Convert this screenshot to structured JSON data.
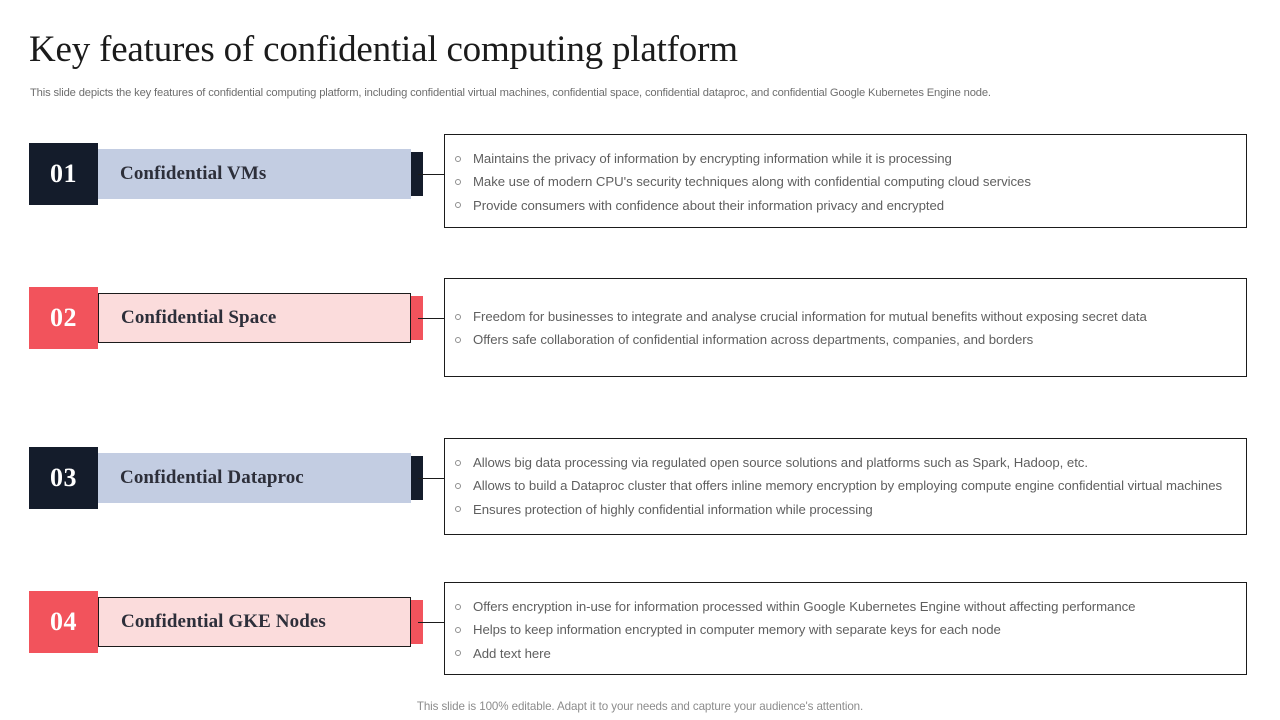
{
  "header": {
    "title": "Key features of confidential computing platform",
    "subtitle": "This slide depicts the key features of confidential computing platform, including confidential virtual machines, confidential space, confidential dataproc, and confidential Google Kubernetes Engine node."
  },
  "colors": {
    "navy": "#141c2b",
    "light_blue": "#c3cde2",
    "red": "#f2535c",
    "light_pink": "#fbdcdc",
    "outline": "#1b1b1b",
    "body_text": "#5f5f5f",
    "title_text": "#1b1b1b",
    "muted_text": "#8c8c8c"
  },
  "rows": [
    {
      "number": "01",
      "label": "Confidential VMs",
      "theme": "navy",
      "bullets": [
        "Maintains the privacy of information by encrypting information while it is processing",
        "Make use of modern CPU's security techniques along with confidential computing cloud services",
        "Provide consumers with confidence about their information privacy and encrypted"
      ]
    },
    {
      "number": "02",
      "label": "Confidential Space",
      "theme": "red",
      "bullets": [
        "Freedom for businesses to integrate and analyse crucial information for mutual benefits without exposing secret data",
        "Offers safe collaboration of confidential information across departments, companies, and borders"
      ]
    },
    {
      "number": "03",
      "label": "Confidential Dataproc",
      "theme": "navy",
      "bullets": [
        "Allows big data processing via regulated open source solutions and platforms such as Spark, Hadoop, etc.",
        "Allows to build a Dataproc cluster that offers inline memory encryption by employing compute engine confidential virtual machines",
        "Ensures protection of highly confidential information while processing"
      ]
    },
    {
      "number": "04",
      "label": "Confidential GKE Nodes",
      "theme": "red",
      "bullets": [
        "Offers encryption in-use for information processed within Google Kubernetes Engine without affecting performance",
        "Helps to keep information encrypted in computer memory with separate keys for each node",
        "Add text here"
      ]
    }
  ],
  "footer": {
    "note": "This slide is 100% editable. Adapt it to your needs and capture your audience's attention."
  }
}
